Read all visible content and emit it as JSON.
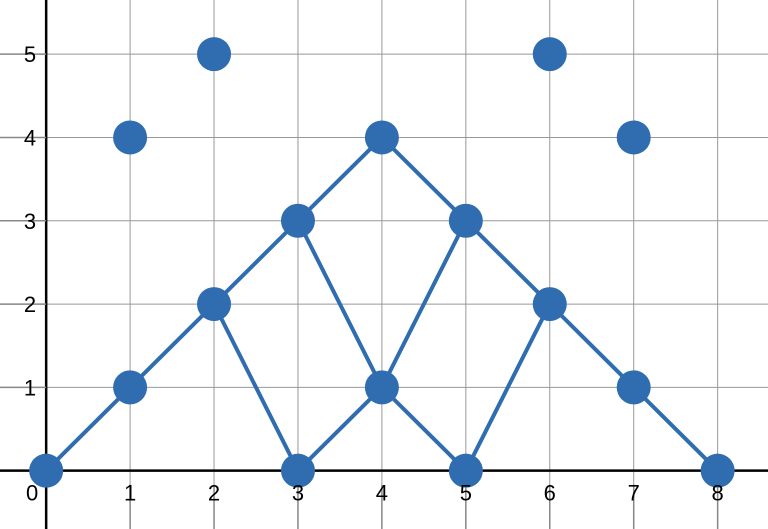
{
  "chart_data": {
    "type": "scatter",
    "title": "",
    "xlabel": "",
    "ylabel": "",
    "xlim": [
      -0.55,
      8.6
    ],
    "ylim": [
      -0.7,
      5.65
    ],
    "grid": true,
    "x_ticks": [
      "0",
      "1",
      "2",
      "3",
      "4",
      "5",
      "6",
      "7",
      "8"
    ],
    "y_ticks": [
      "1",
      "2",
      "3",
      "4",
      "5"
    ],
    "color": "#2f6db0",
    "points": [
      [
        0,
        0
      ],
      [
        1,
        1
      ],
      [
        1,
        4
      ],
      [
        2,
        2
      ],
      [
        2,
        5
      ],
      [
        3,
        3
      ],
      [
        3,
        0
      ],
      [
        4,
        4
      ],
      [
        4,
        1
      ],
      [
        5,
        3
      ],
      [
        5,
        0
      ],
      [
        6,
        2
      ],
      [
        6,
        5
      ],
      [
        7,
        1
      ],
      [
        7,
        4
      ],
      [
        8,
        0
      ]
    ],
    "segments": [
      [
        [
          0,
          0
        ],
        [
          4,
          4
        ]
      ],
      [
        [
          4,
          4
        ],
        [
          8,
          0
        ]
      ],
      [
        [
          2,
          2
        ],
        [
          3,
          0
        ]
      ],
      [
        [
          3,
          0
        ],
        [
          4,
          1
        ]
      ],
      [
        [
          4,
          1
        ],
        [
          5,
          0
        ]
      ],
      [
        [
          5,
          0
        ],
        [
          6,
          2
        ]
      ],
      [
        [
          3,
          3
        ],
        [
          4,
          1
        ]
      ],
      [
        [
          4,
          1
        ],
        [
          5,
          3
        ]
      ]
    ]
  }
}
